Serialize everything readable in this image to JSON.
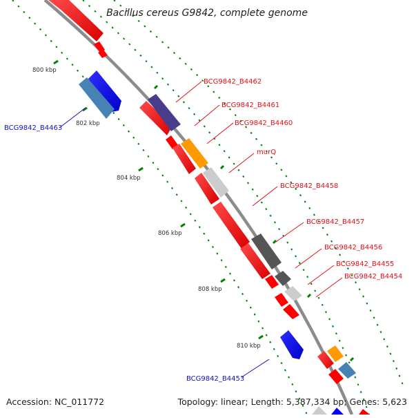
{
  "title": "Bacillus cereus G9842, complete genome",
  "footer": {
    "accession": "Accession: NC_011772",
    "summary": "Topology: linear; Length: 5,387,334 bp; Genes: 5,623"
  },
  "ticks": [
    "800 kbp",
    "802 kbp",
    "804 kbp",
    "806 kbp",
    "808 kbp",
    "810 kbp"
  ],
  "gene_labels": [
    {
      "text": "BCG9842_B4462",
      "strand": "reverse"
    },
    {
      "text": "BCG9842_B4461",
      "strand": "reverse"
    },
    {
      "text": "BCG9842_B4460",
      "strand": "reverse"
    },
    {
      "text": "murQ",
      "strand": "reverse"
    },
    {
      "text": "BCG9842_B4458",
      "strand": "reverse"
    },
    {
      "text": "BCG9842_B4457",
      "strand": "reverse"
    },
    {
      "text": "BCG9842_B4456",
      "strand": "reverse"
    },
    {
      "text": "BCG9842_B4455",
      "strand": "reverse"
    },
    {
      "text": "BCG9842_B4454",
      "strand": "reverse"
    },
    {
      "text": "BCG9842_B4463",
      "strand": "forward"
    },
    {
      "text": "BCG9842_B4453",
      "strand": "forward"
    }
  ],
  "colors": {
    "backbone": "#8c8c8c",
    "cds_red": "#ff0000",
    "blue": "#0000ff",
    "steel_blue": "#4682b4",
    "dark_slate_blue": "#483d8b",
    "orange": "#ff9900",
    "light_gray": "#cccccc",
    "dim_gray": "#555555",
    "tick_green": "#008000",
    "label_red": "#e0101a",
    "label_blue": "#1010c8"
  }
}
